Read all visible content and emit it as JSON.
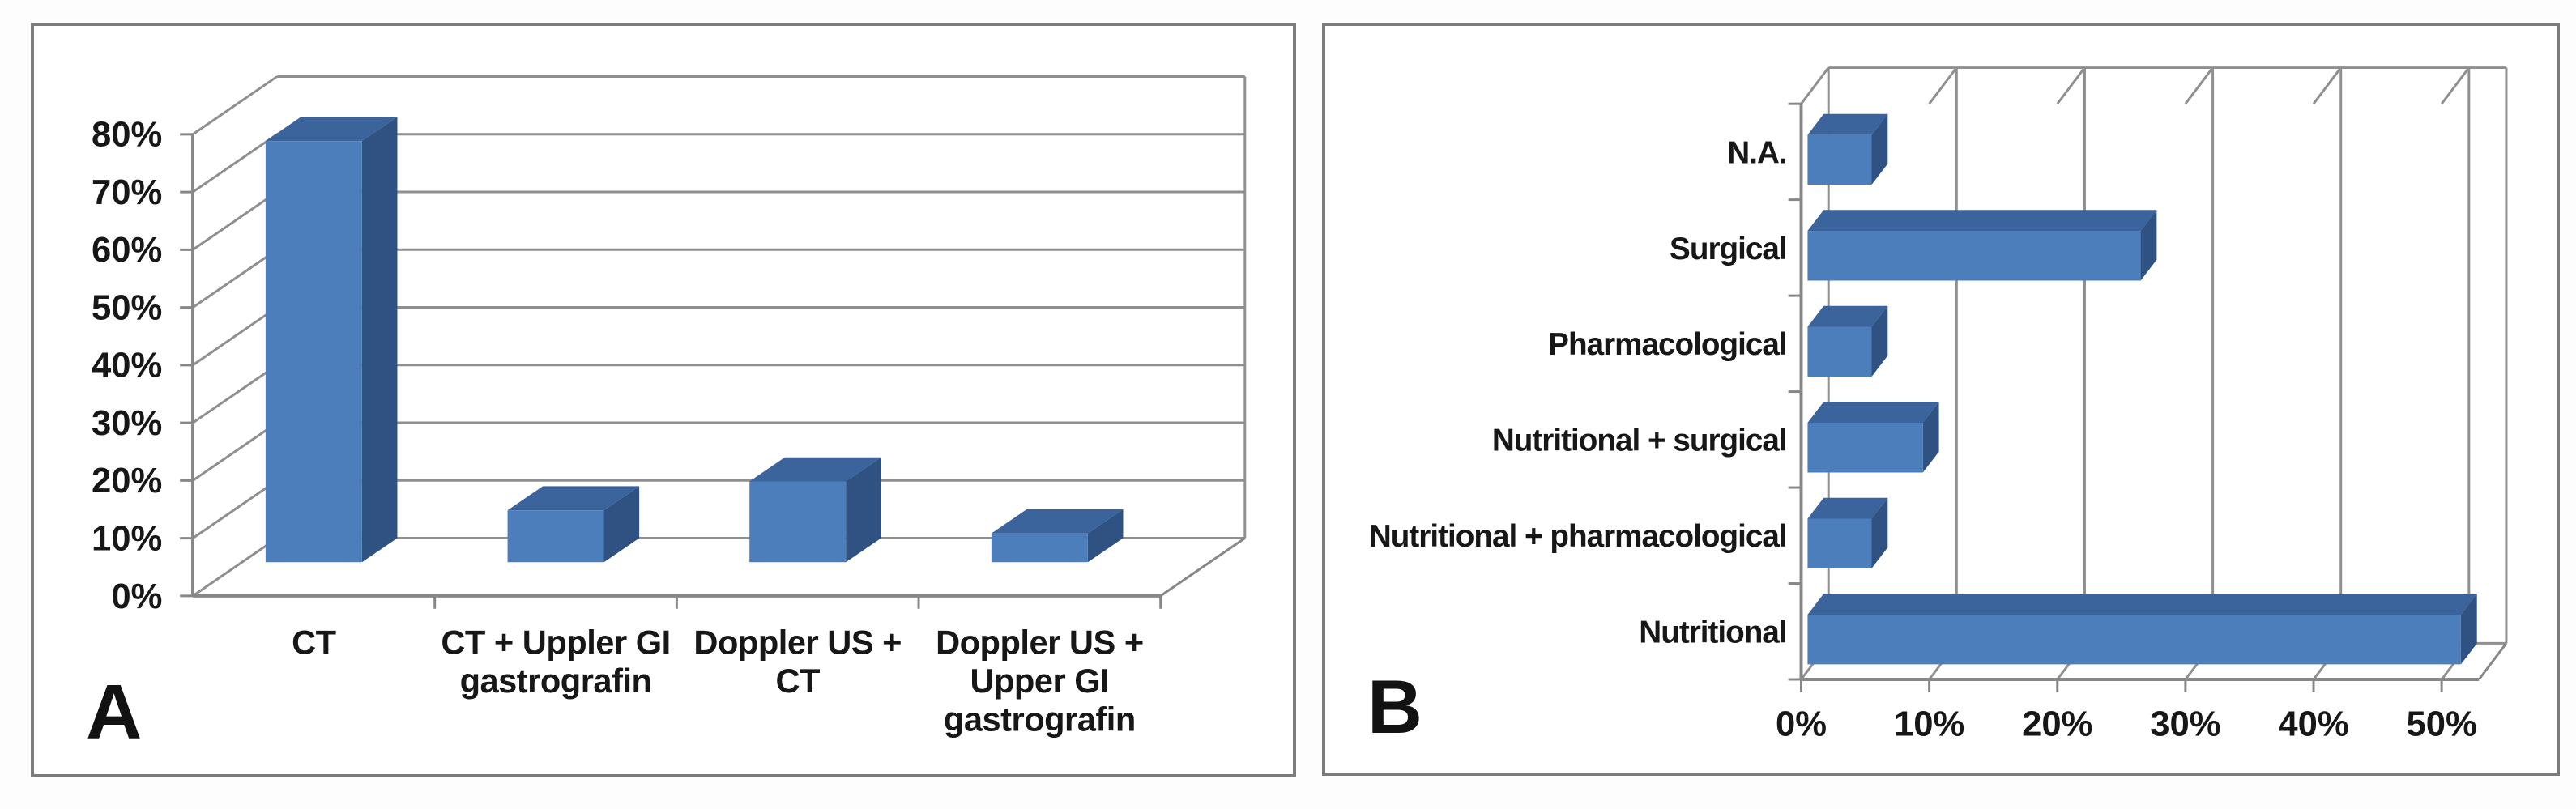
{
  "figure": {
    "panel_a": {
      "letter": "A"
    },
    "panel_b": {
      "letter": "B"
    }
  },
  "colors": {
    "bar_front": "#4d7ebc",
    "bar_top": "#3b639c",
    "bar_side": "#2f5282",
    "gridline": "#8f8f8f",
    "axis": "#878787",
    "text": "#171717",
    "panel_border": "#7c7c7c"
  },
  "chart_data": [
    {
      "type": "bar",
      "orientation": "vertical",
      "projection": "3d",
      "panel_label": "A",
      "title": "",
      "xlabel": "",
      "ylabel": "",
      "unit": "%",
      "categories": [
        "CT",
        "CT + Uppler GI gastrografin",
        "Doppler US + CT",
        "Doppler US + Upper GI gastrografin"
      ],
      "category_lines": [
        [
          "CT"
        ],
        [
          "CT + Uppler GI",
          "gastrografin"
        ],
        [
          "Doppler US +",
          "CT"
        ],
        [
          "Doppler US +",
          "Upper GI",
          "gastrografin"
        ]
      ],
      "values": [
        73,
        9,
        14,
        5
      ],
      "ylim": [
        0,
        80
      ],
      "ytick_step": 10,
      "ytick_labels": [
        "0%",
        "10%",
        "20%",
        "30%",
        "40%",
        "50%",
        "60%",
        "70%",
        "80%"
      ],
      "grid": true,
      "legend": false
    },
    {
      "type": "bar",
      "orientation": "horizontal",
      "projection": "3d",
      "panel_label": "B",
      "title": "",
      "xlabel": "",
      "ylabel": "",
      "unit": "%",
      "categories": [
        "N.A.",
        "Surgical",
        "Pharmacological",
        "Nutritional + surgical",
        "Nutritional + pharmacological",
        "Nutritional"
      ],
      "values": [
        5,
        26,
        5,
        9,
        5,
        51
      ],
      "xlim": [
        0,
        50
      ],
      "xtick_step": 10,
      "xtick_labels": [
        "0%",
        "10%",
        "20%",
        "30%",
        "40%",
        "50%"
      ],
      "grid": true,
      "legend": false
    }
  ]
}
